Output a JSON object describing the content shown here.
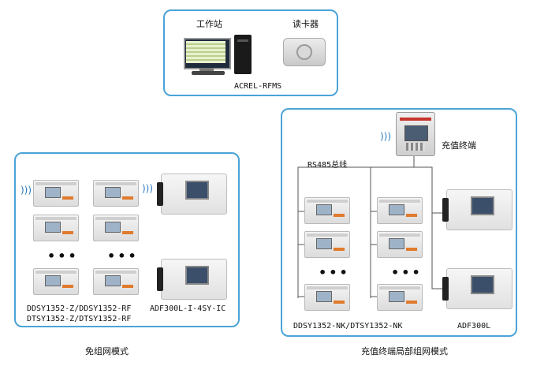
{
  "top": {
    "workstation_label": "工作站",
    "card_reader_label": "读卡器",
    "system_label": "ACREL-RFMS"
  },
  "left_panel": {
    "model_line1": "DDSY1352-Z/DDSY1352-RF",
    "model_line2": "DTSY1352-Z/DTSY1352-RF",
    "adf_label": "ADF300L-I-4SY-IC",
    "dots": "•••",
    "caption": "免组网模式"
  },
  "right_panel": {
    "terminal_label": "充值终端",
    "bus_label": "RS485总线",
    "model_label": "DDSY1352-NK/DTSY1352-NK",
    "adf_label": "ADF300L",
    "dots": "•••",
    "caption": "充值终端局部组网模式"
  },
  "icons": {
    "wireless": ")))"
  },
  "colors": {
    "panel_border": "#4aa3d8",
    "accent_orange": "#e07a2c"
  }
}
